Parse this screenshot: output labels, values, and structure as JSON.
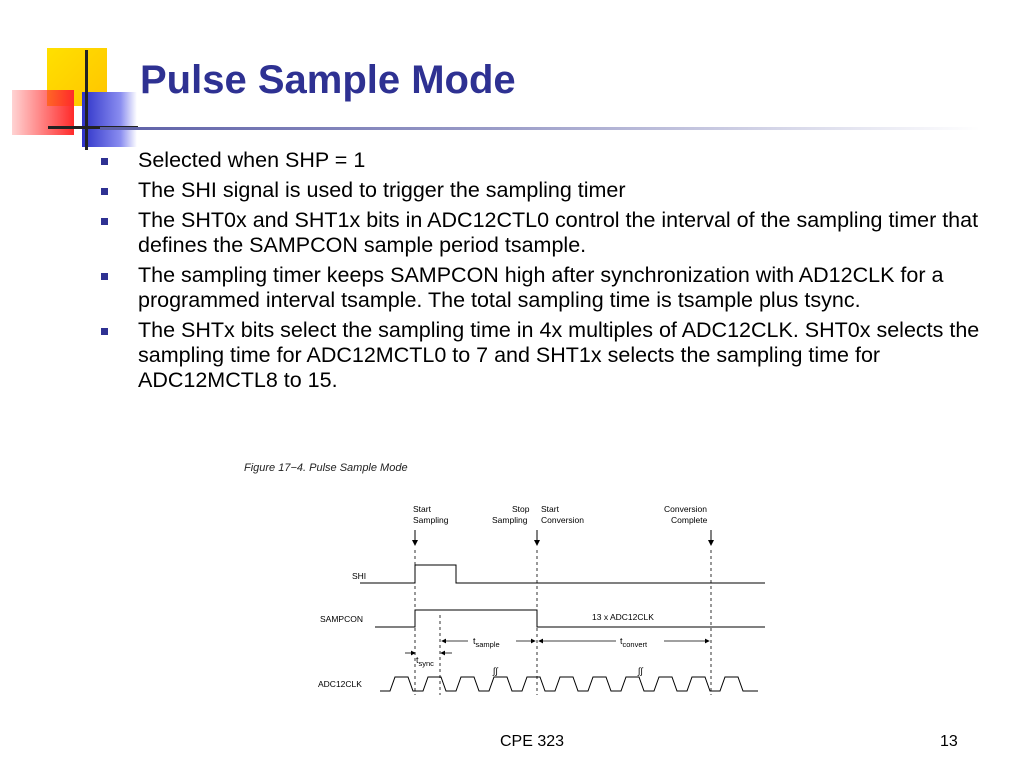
{
  "slide": {
    "title": "Pulse Sample Mode",
    "bullets": [
      "Selected when SHP = 1",
      "The SHI signal is used to trigger the sampling timer",
      "The SHT0x and SHT1x bits in ADC12CTL0 control the interval of the sampling timer that defines the SAMPCON sample period tsample.",
      "The sampling timer keeps SAMPCON high after synchronization with AD12CLK for a programmed interval tsample. The total sampling time is tsample plus tsync.",
      "The SHTx bits select the sampling time in 4x multiples of ADC12CLK. SHT0x selects the sampling time for ADC12MCTL0 to 7 and SHT1x selects the sampling time for ADC12MCTL8 to 15."
    ]
  },
  "figure": {
    "caption": "Figure 17−4.  Pulse Sample Mode",
    "events": {
      "start_sampling_1": "Start",
      "start_sampling_2": "Sampling",
      "stop_sampling_1": "Stop",
      "stop_sampling_2": "Sampling",
      "start_conversion_1": "Start",
      "start_conversion_2": "Conversion",
      "conversion_complete_1": "Conversion",
      "conversion_complete_2": "Complete"
    },
    "signals": {
      "shi": "SHI",
      "sampcon": "SAMPCON",
      "adc12clk": "ADC12CLK"
    },
    "conversion_label": "13 x ADC12CLK",
    "t_sample_t": "t",
    "t_sample_sub": "sample",
    "t_convert_t": "t",
    "t_convert_sub": "convert",
    "t_sync_t": "t",
    "t_sync_sub": "sync",
    "break_mark": "∫∫"
  },
  "footer": {
    "course": "CPE 323",
    "page_number": "13"
  },
  "colors": {
    "title": "#2e3192",
    "bullet": "#2e3192",
    "deco_yellow": "#ffd000",
    "deco_blue": "#3a3fc8",
    "deco_red": "#ff3b3b"
  }
}
